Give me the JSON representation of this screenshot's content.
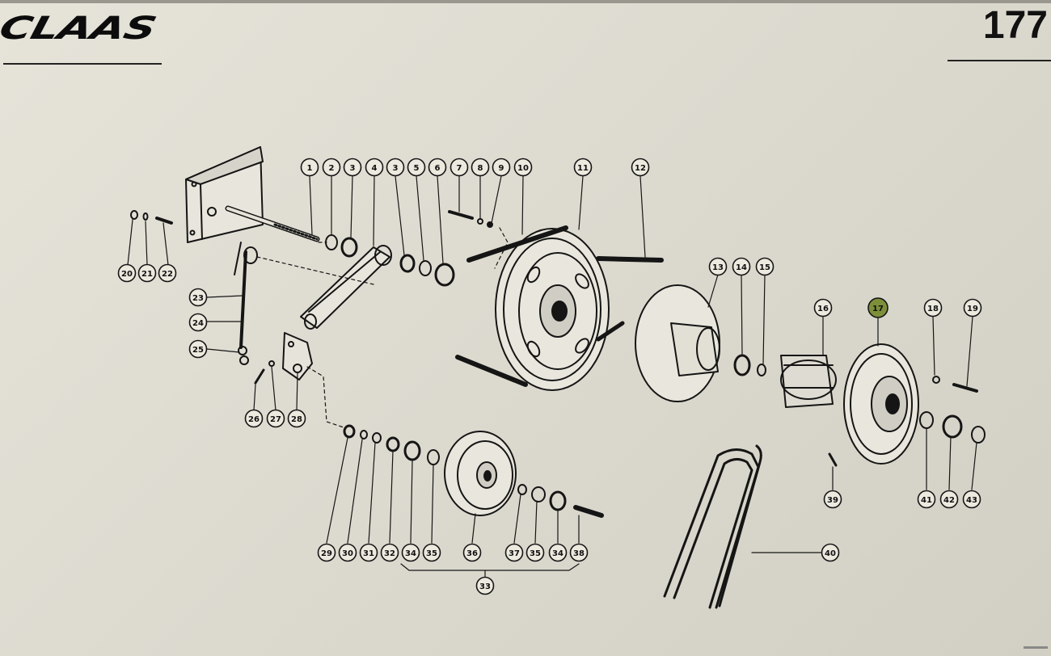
{
  "header": {
    "brand": "CLAAS",
    "page_number": "177"
  },
  "colors": {
    "paper": "#e2e0d5",
    "ink": "#151515",
    "highlight": "#7e8f3a"
  },
  "callouts": {
    "c1": "1",
    "c2": "2",
    "c3": "3",
    "c4": "4",
    "c3b": "3",
    "c5": "5",
    "c6": "6",
    "c7": "7",
    "c8": "8",
    "c9": "9",
    "c10": "10",
    "c11": "11",
    "c12": "12",
    "c13": "13",
    "c14": "14",
    "c15": "15",
    "c16": "16",
    "c17": "17",
    "c18": "18",
    "c19": "19",
    "c20": "20",
    "c21": "21",
    "c22": "22",
    "c23": "23",
    "c24": "24",
    "c25": "25",
    "c26": "26",
    "c27": "27",
    "c28": "28",
    "c29": "29",
    "c30": "30",
    "c31": "31",
    "c32": "32",
    "c34": "34",
    "c35": "35",
    "c36": "36",
    "c37": "37",
    "c35b": "35",
    "c34b": "34",
    "c38": "38",
    "c33": "33",
    "c39": "39",
    "c40": "40",
    "c41": "41",
    "c42": "42",
    "c43": "43"
  }
}
